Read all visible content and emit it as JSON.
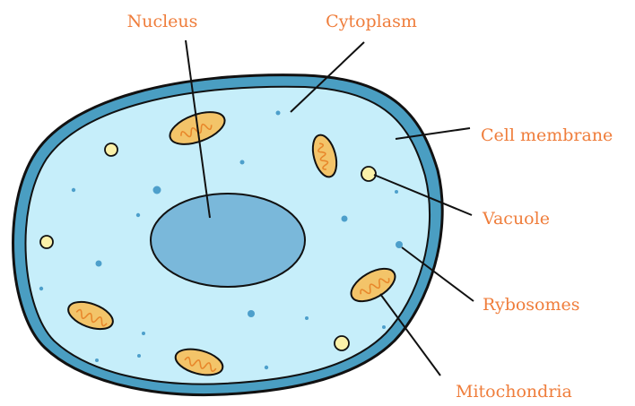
{
  "diagram": {
    "colors": {
      "label": "#ef7d3b",
      "membrane": "#4a9ec2",
      "cytoplasm": "#c6eefa",
      "nucleus": "#7ab8da",
      "mitochondria_fill": "#f3c469",
      "mitochondria_inner": "#f0a23b",
      "vacuole_fill": "#fbf1a9",
      "ribosome": "#5aaed6",
      "outline": "#111111"
    },
    "labels": {
      "nucleus": "Nucleus",
      "cytoplasm": "Cytoplasm",
      "cell_membrane": "Cell membrane",
      "vacuole": "Vacuole",
      "ribosomes": "Rybosomes",
      "mitochondria": "Mitochondria"
    }
  }
}
